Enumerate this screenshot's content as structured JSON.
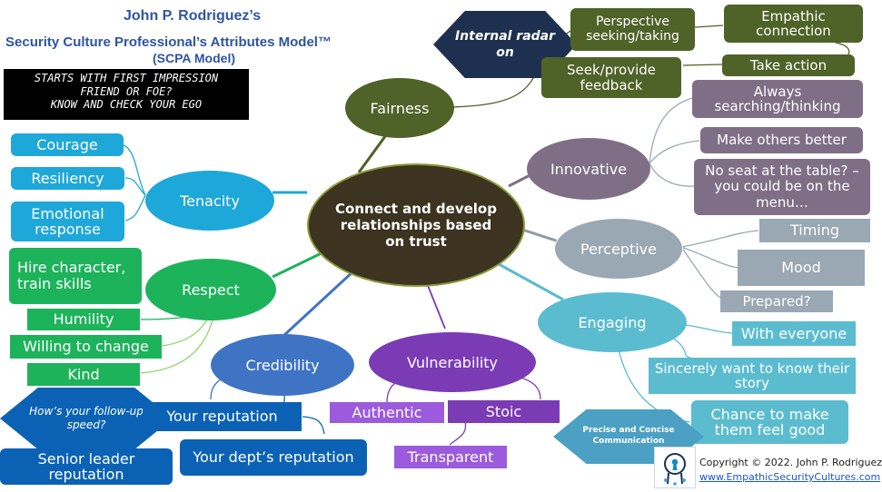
{
  "header": {
    "title_line1": "John P. Rodriguez’s",
    "title_line2": "Security Culture Professional’s Attributes Model™",
    "title_line3": "(SCPA Model)"
  },
  "note": {
    "line1": "STARTS WITH FIRST IMPRESSION",
    "line2": "FRIEND OR FOE?",
    "line3": "KNOW AND CHECK YOUR EGO"
  },
  "center": {
    "label": "Connect and develop relationships based on trust"
  },
  "fairness": {
    "label": "Fairness",
    "hex": "Internal radar on",
    "perspective": "Perspective seeking/taking",
    "empathic": "Empathic connection",
    "take_action": "Take action",
    "feedback": "Seek/provide feedback"
  },
  "innovative": {
    "label": "Innovative",
    "always": "Always searching/thinking",
    "better": "Make others better",
    "seat": "No seat at the table? – you could be on the menu…"
  },
  "perceptive": {
    "label": "Perceptive",
    "timing": "Timing",
    "mood": "Mood",
    "prepared": "Prepared?"
  },
  "engaging": {
    "label": "Engaging",
    "everyone": "With everyone",
    "sincerely": "Sincerely want to know their story",
    "chance": "Chance to make them feel good",
    "hex": "Precise and Concise Communication"
  },
  "tenacity": {
    "label": "Tenacity",
    "courage": "Courage",
    "resiliency": "Resiliency",
    "emotional": "Emotional response"
  },
  "respect": {
    "label": "Respect",
    "hire": "Hire character, train skills",
    "humility": "Humility",
    "willing": "Willing to change",
    "kind": "Kind"
  },
  "credibility": {
    "label": "Credibility",
    "hex": "How’s your follow-up speed?",
    "your_rep": "Your reputation",
    "dept_rep": "Your dept’s reputation",
    "senior": "Senior leader reputation"
  },
  "vulnerability": {
    "label": "Vulnerability",
    "authentic": "Authentic",
    "stoic": "Stoic",
    "transparent": "Transparent"
  },
  "footer": {
    "copyright": "Copyright © 2022. John P. Rodriguez",
    "website": "www.EmpathicSecurityCultures.com"
  },
  "icons": {
    "logo": "head-with-keyhole-icon"
  },
  "colors": {
    "olive": "#4f6228",
    "purple_grey": "#7f6f86",
    "grey_blue": "#9aa8b4",
    "teal_light": "#5bbcd0",
    "cyan": "#1ea7d9",
    "green": "#1db35b",
    "blue": "#3f73c4",
    "dark_blue": "#0b62b5",
    "violet": "#7a3bb5",
    "center": "#3c3320",
    "title_blue": "#2f55a0"
  }
}
